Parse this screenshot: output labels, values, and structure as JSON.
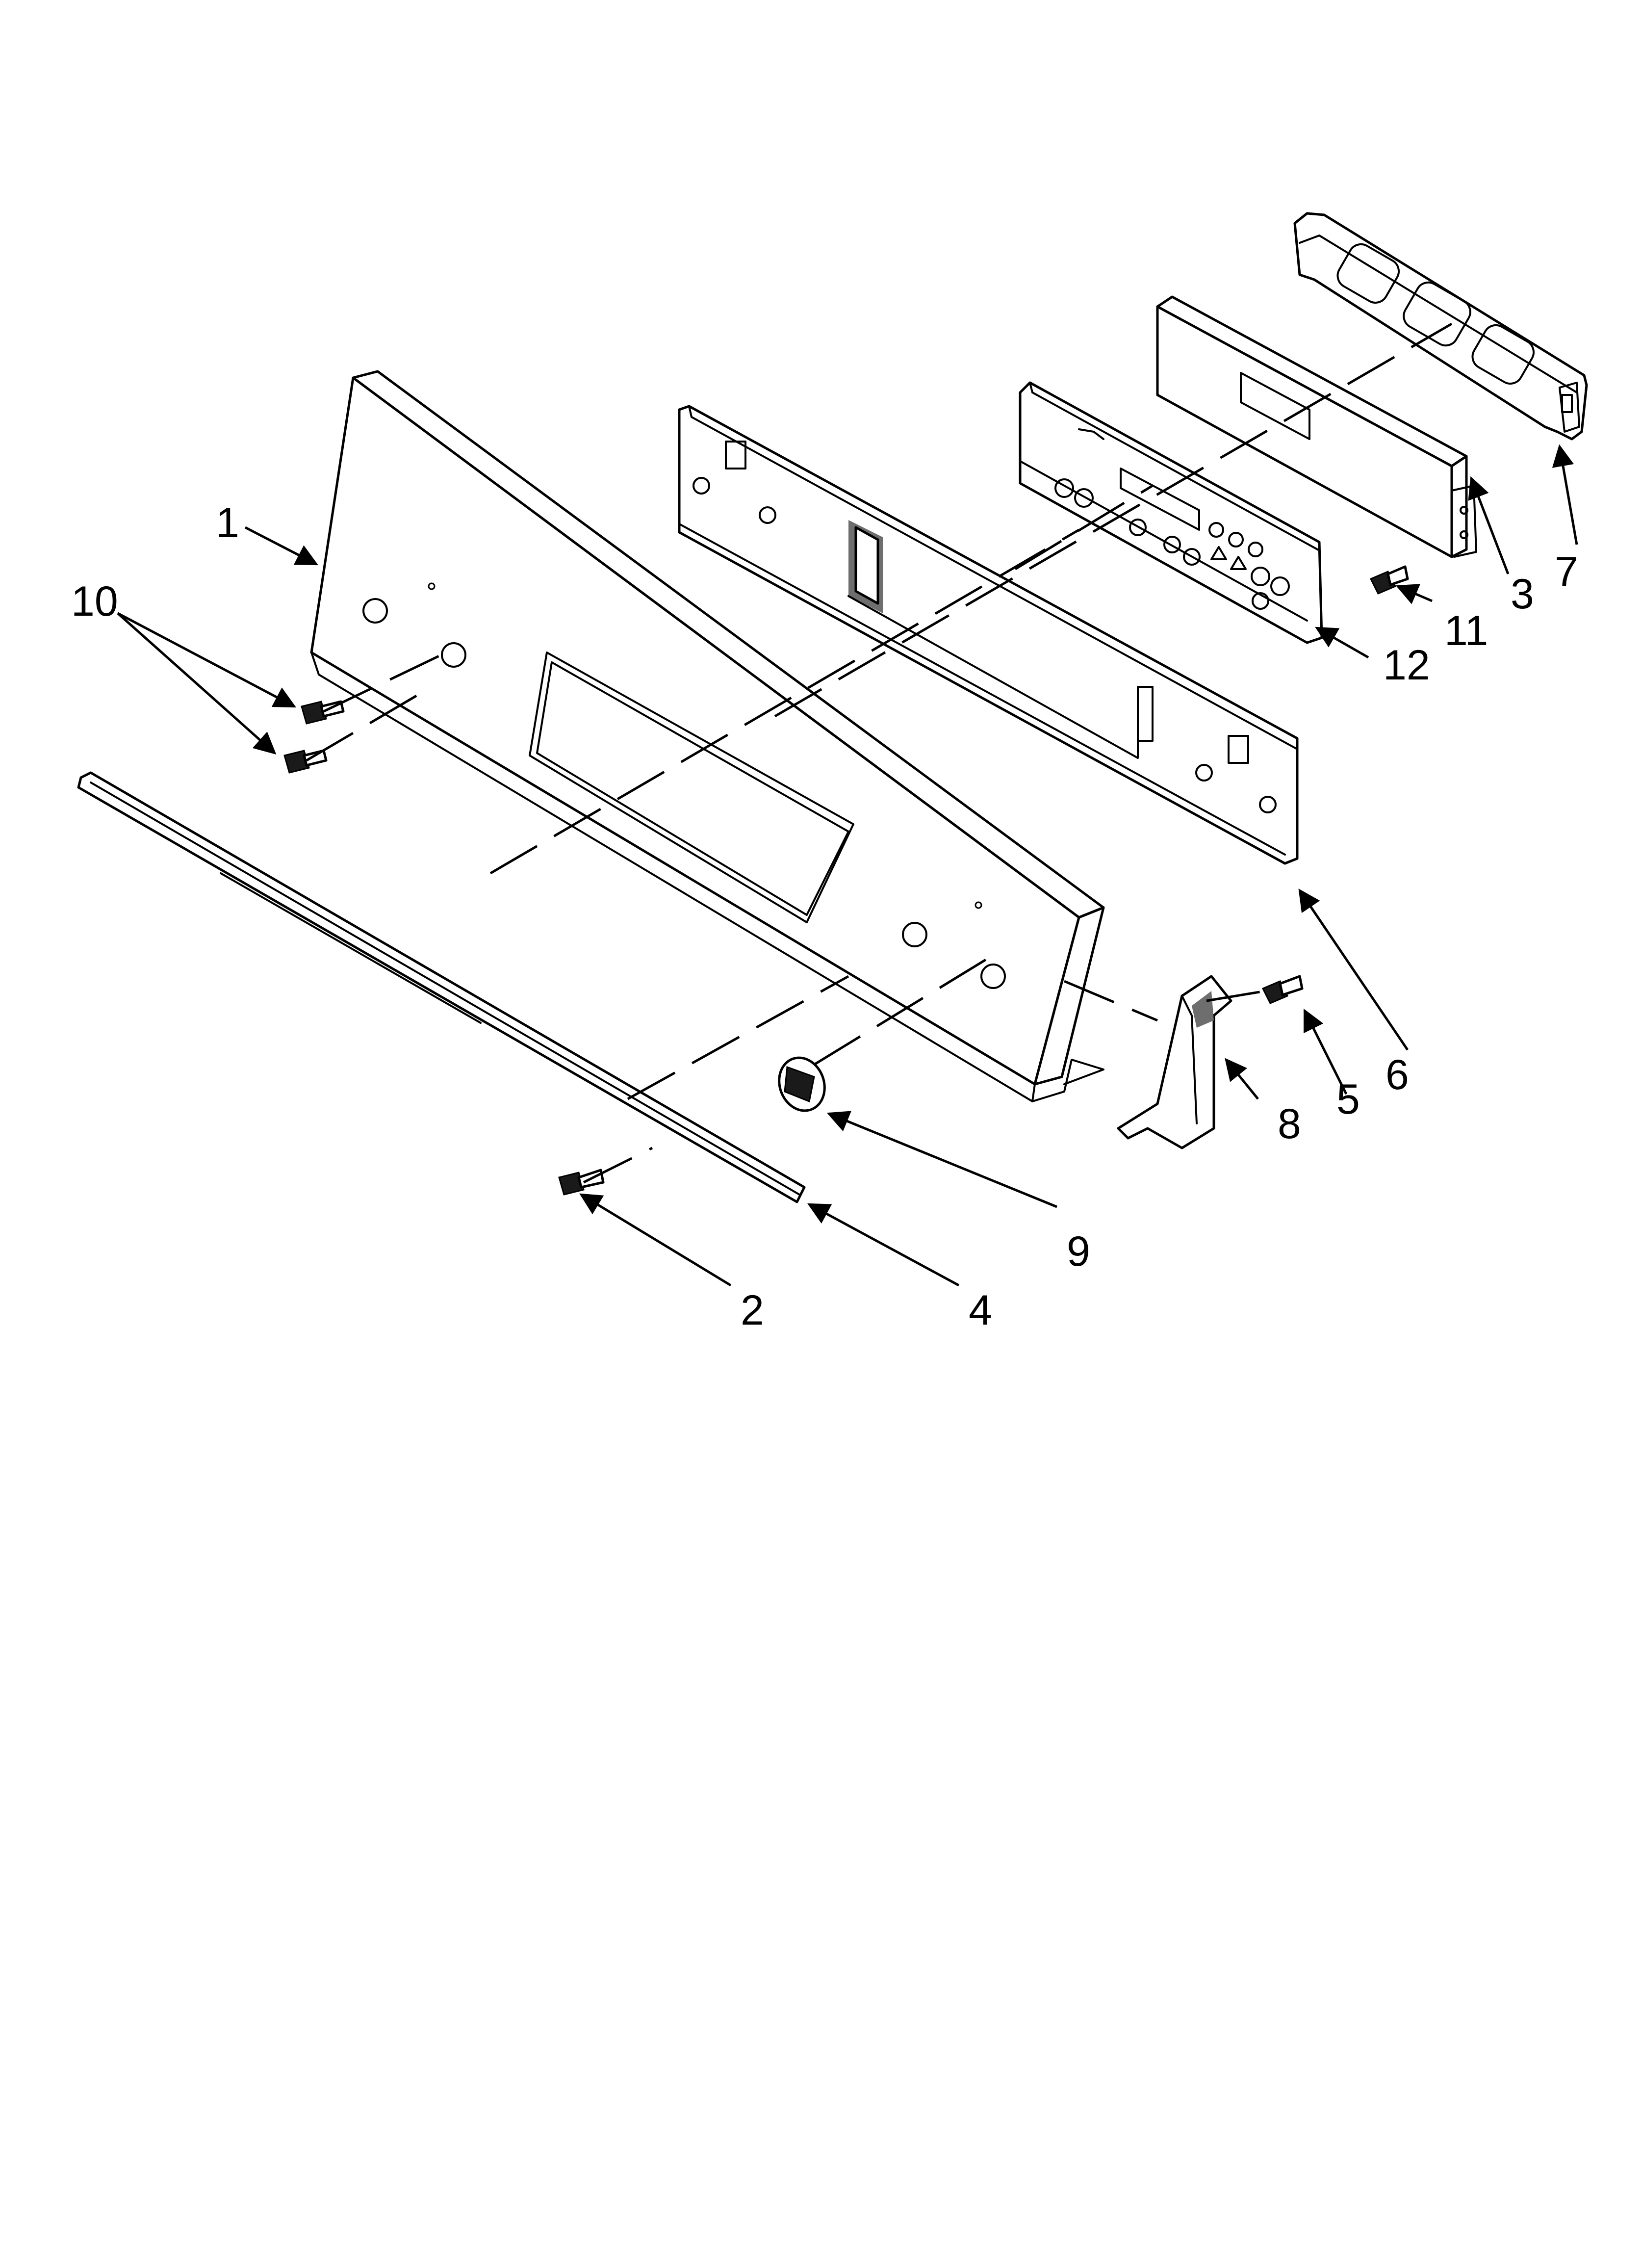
{
  "callouts": {
    "c1": "1",
    "c2": "2",
    "c3": "3",
    "c4": "4",
    "c5": "5",
    "c6": "6",
    "c7": "7",
    "c8": "8",
    "c9": "9",
    "c10": "10",
    "c11": "11",
    "c12": "12"
  },
  "colors": {
    "line": "#000000",
    "background": "#ffffff",
    "shade": "#6e6e6e"
  }
}
